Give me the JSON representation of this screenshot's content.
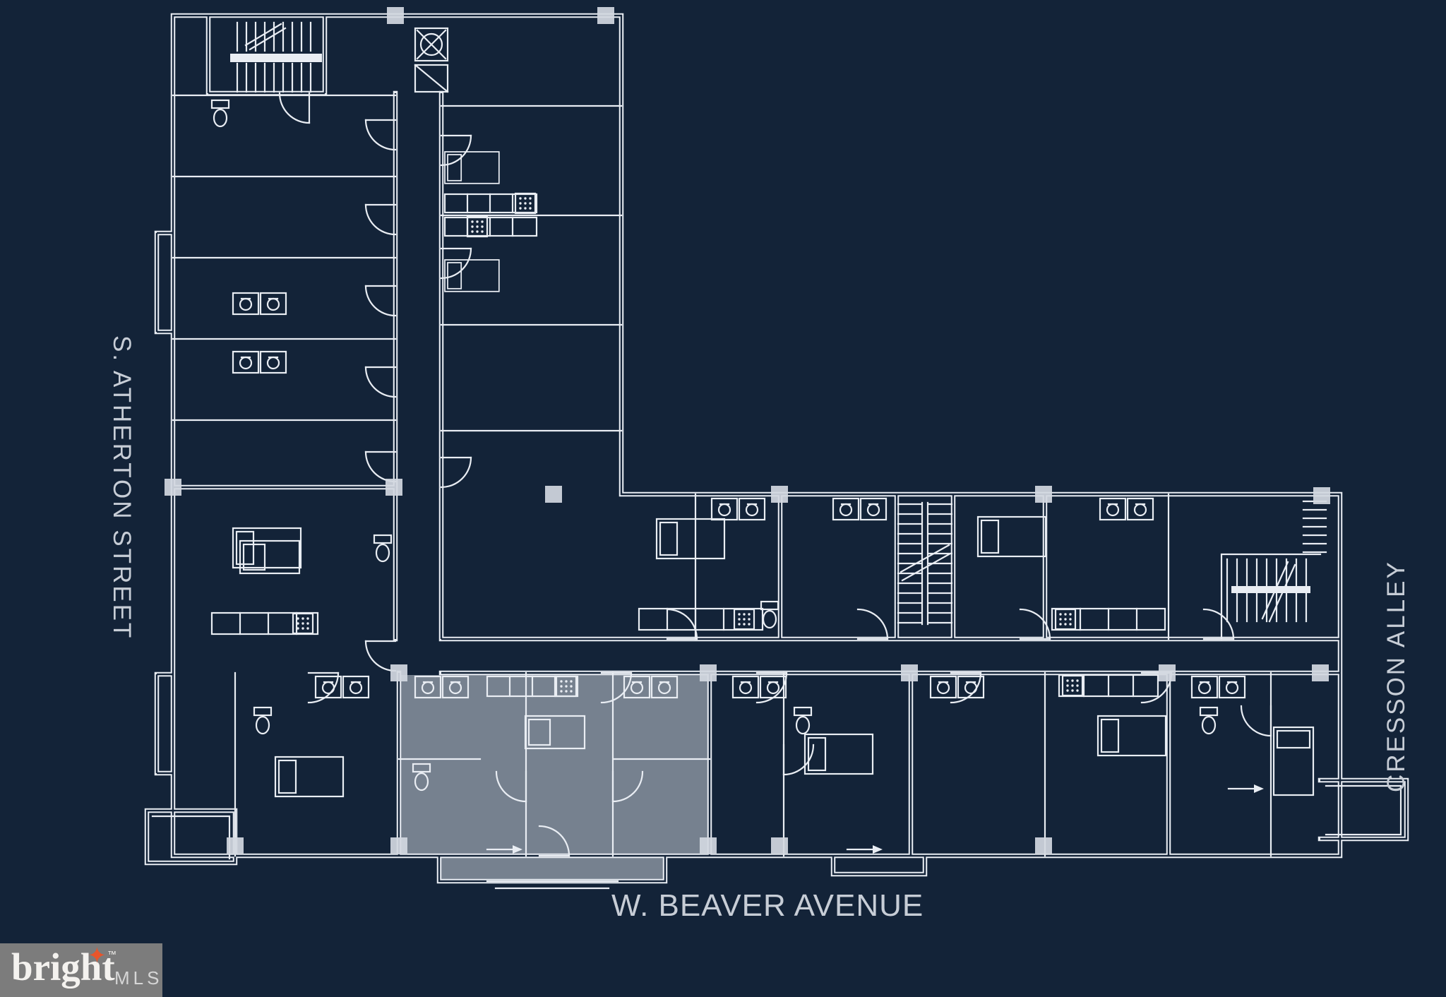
{
  "street_labels": {
    "left": "S. ATHERTON STREET",
    "right": "CRESSON ALLEY",
    "bottom": "W. BEAVER AVENUE"
  },
  "logo": {
    "brand": "bright",
    "star_glyph": "✦",
    "trademark": "™",
    "suffix": "MLS"
  },
  "colors": {
    "bg": "#132338",
    "line": "#E9EDF3",
    "highlight": "#76818F",
    "label": "#C7CDD6",
    "column": "#D3D8E1",
    "logo_box": "#7C7C7C",
    "logo_text": "#F4F2EF",
    "logo_mls": "#D6D6D6",
    "logo_star": "#E8552B"
  }
}
